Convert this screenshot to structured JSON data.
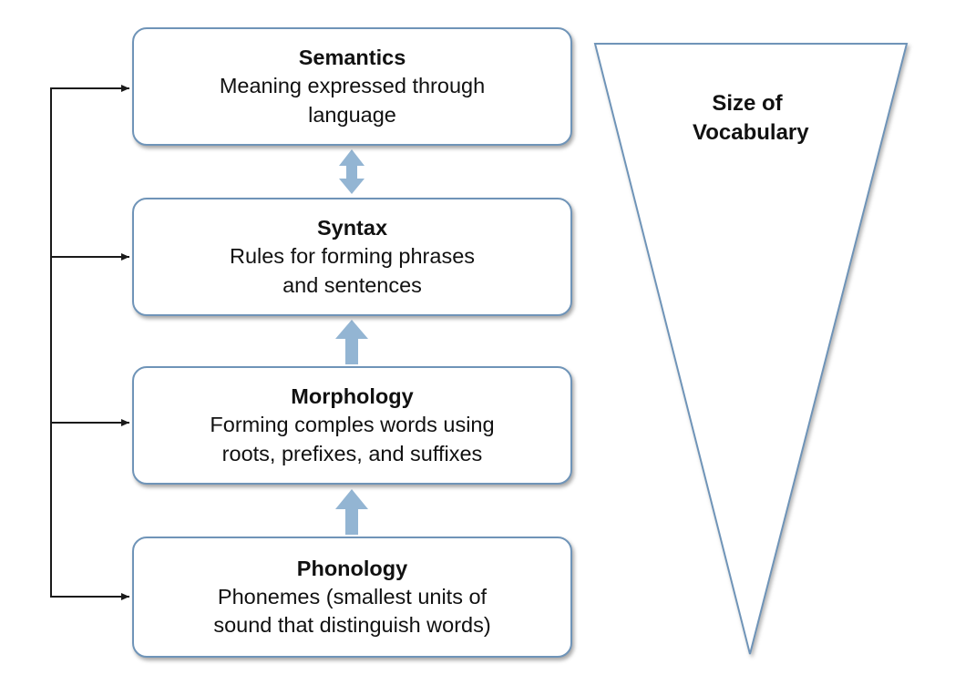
{
  "levels": [
    {
      "title": "Semantics",
      "line1": "Meaning expressed through",
      "line2": "language"
    },
    {
      "title": "Syntax",
      "line1": "Rules for forming phrases",
      "line2": "and sentences"
    },
    {
      "title": "Morphology",
      "line1": "Forming comples words using",
      "line2": "roots, prefixes, and suffixes"
    },
    {
      "title": "Phonology",
      "line1": "Phonemes (smallest units of",
      "line2": "sound that distinguish words)"
    }
  ],
  "triangle": {
    "line1": "Size of",
    "line2": "Vocabulary"
  },
  "colors": {
    "box_border": "#6f94b8",
    "block_arrow": "#93b5d3",
    "connector": "#1a1a1a",
    "triangle_stroke": "#6f94b8"
  }
}
